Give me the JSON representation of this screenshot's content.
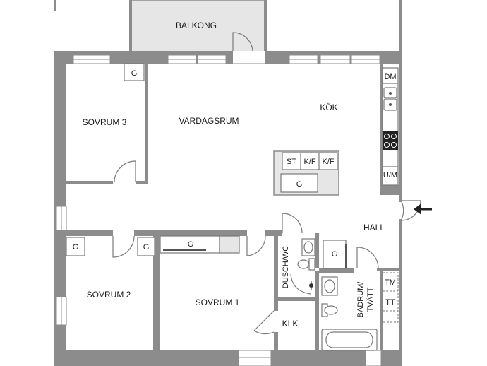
{
  "rooms": {
    "balkong": "BALKONG",
    "kok": "KÖK",
    "vardagsrum": "VARDAGSRUM",
    "sovrum3": "SOVRUM 3",
    "sovrum2": "SOVRUM 2",
    "sovrum1": "SOVRUM 1",
    "hall": "HALL",
    "dusch_wc": "DUSCH/WC",
    "badrum_line1": "BADRUM/",
    "badrum_line2": "TVÄTT",
    "klk": "KLK"
  },
  "fixtures": {
    "g": "G",
    "dm": "DM",
    "um": "U/M",
    "st": "ST",
    "kf": "K/F",
    "tm": "TM",
    "tt": "TT"
  },
  "colors": {
    "wall": "#8c8c8c",
    "balcony_fill": "#e6e6e6",
    "island_fill": "#e6e6e6",
    "appliance_dark": "#222222"
  },
  "icons": {
    "entrance": "arrow-left-icon"
  }
}
